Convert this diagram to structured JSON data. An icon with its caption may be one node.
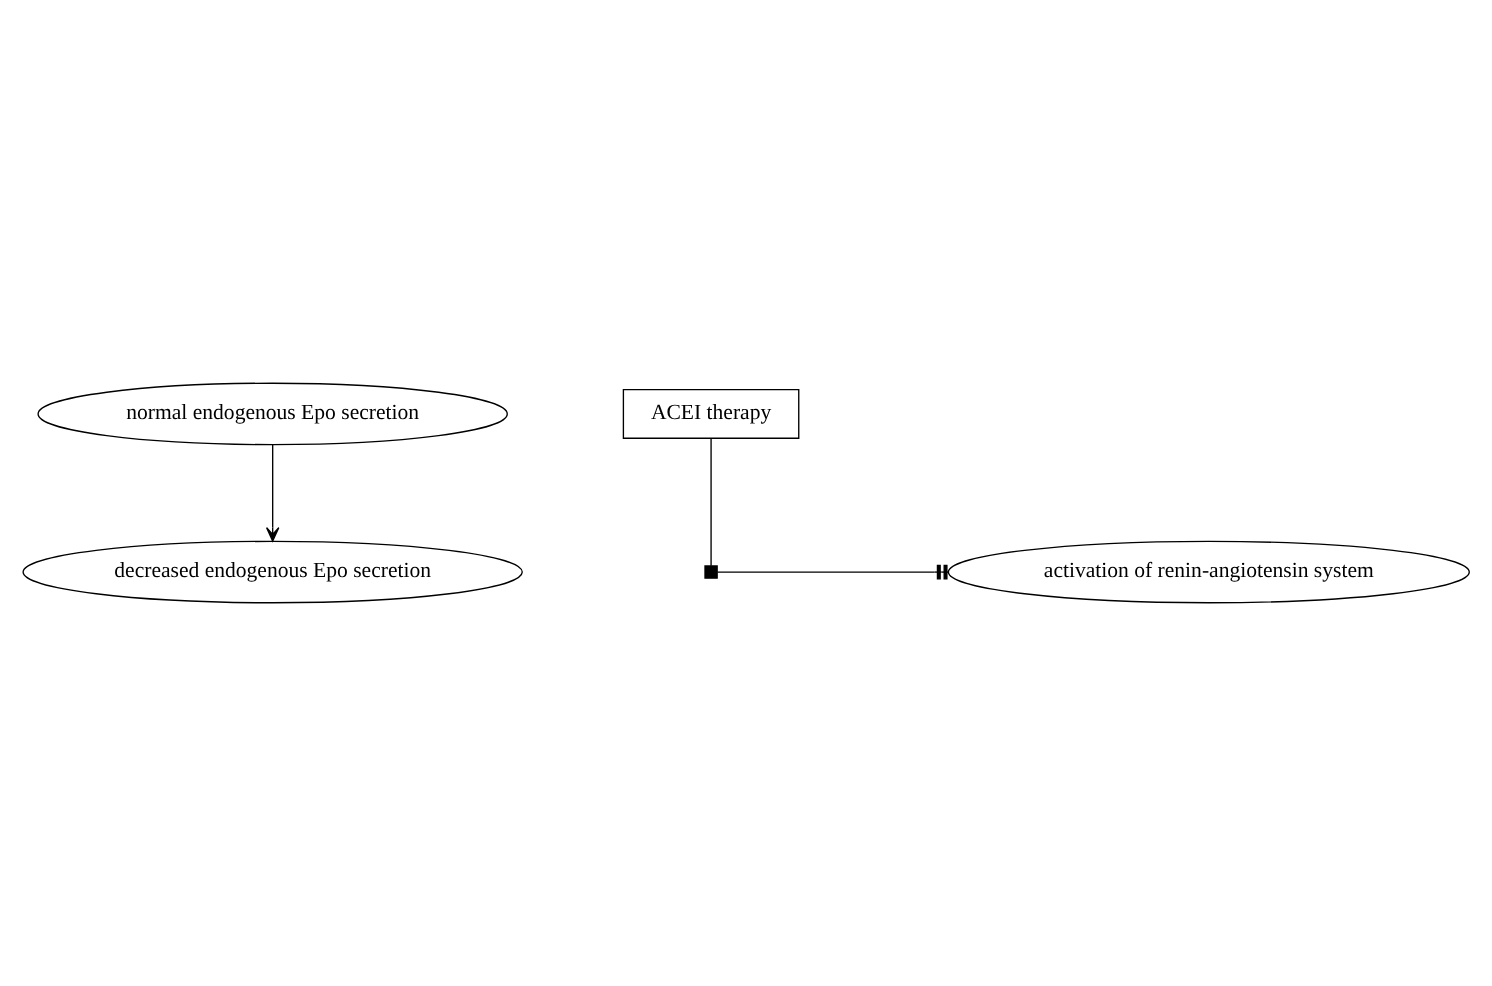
{
  "diagram": {
    "nodes": [
      {
        "text": [
          "normal endogenous Epo secretion"
        ]
      },
      {
        "text": [
          "decreased endogenous Epo secretion"
        ]
      },
      {
        "text": [
          "activation of renin-angiotensin system"
        ]
      },
      {
        "text": [],
        "shape": "box"
      },
      {
        "text": [
          "ACEI therapy"
        ]
      }
    ],
    "edges": [
      {
        "from": 0,
        "to": 1,
        "arrow": "to"
      },
      {
        "from": 3,
        "to": 2,
        "arrow": "other"
      },
      {
        "from": 4,
        "to": 3,
        "arrow": "none"
      }
    ]
  }
}
